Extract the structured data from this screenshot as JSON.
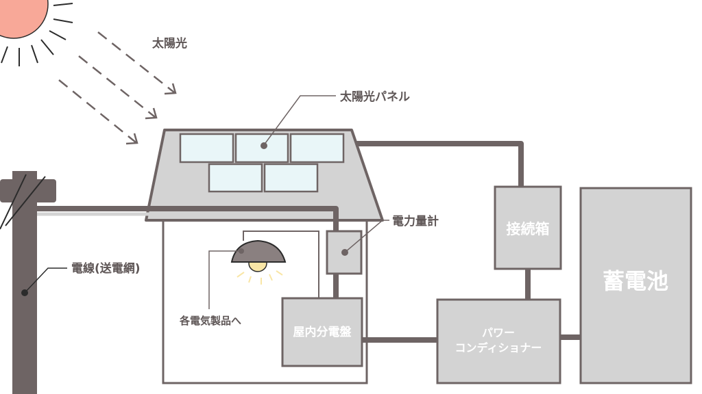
{
  "labels": {
    "sunlight": "太陽光",
    "solar_panel": "太陽光パネル",
    "power_meter": "電力量計",
    "power_line": "電線(送電網)",
    "appliances": "各電気製品へ",
    "distribution_board": "屋内分電盤",
    "junction_box": "接続箱",
    "power_conditioner_line1": "パワー",
    "power_conditioner_line2": "コンディショナー",
    "battery": "蓄電池"
  },
  "colors": {
    "line": "#6e6464",
    "box": "#d3d3d3",
    "panel": "#e9f6f8",
    "sun": "#f8a898",
    "bulb": "#f9e6a6"
  }
}
